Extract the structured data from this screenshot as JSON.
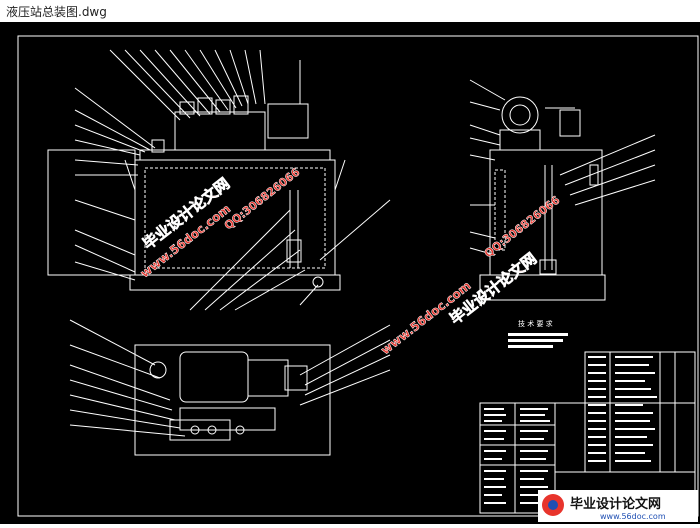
{
  "window": {
    "title": "液压站总装图.dwg"
  },
  "drawing": {
    "tech_requirements_title": "技 术 要 求",
    "background_color": "#000000",
    "line_color": "#ffffff"
  },
  "watermarks": {
    "site_name": "毕业设计论文网",
    "url": "www.56doc.com",
    "qq": "QQ:306826066",
    "accent_red": "#e8342c",
    "accent_blue": "#1f4fb3"
  }
}
